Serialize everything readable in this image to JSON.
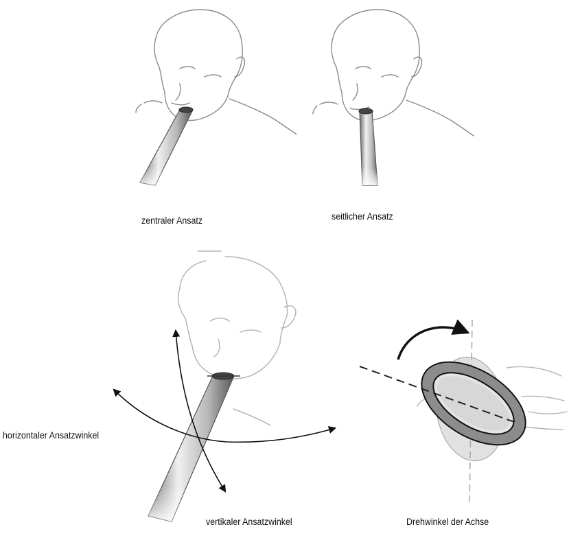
{
  "captions": {
    "central_embouchure": "zentraler Ansatz",
    "lateral_embouchure": "seitlicher Ansatz",
    "horizontal_angle": "horizontaler Ansatzwinkel",
    "vertical_angle": "vertikaler Ansatzwinkel",
    "axis_rotation": "Drehwinkel der Achse"
  },
  "colors": {
    "sketch_line": "#8a8a8a",
    "sketch_line_light": "#b5b5b5",
    "tube_dark": "#555555",
    "tube_light": "#d8d8d8",
    "arrow": "#111111",
    "ring_fill": "#8c8c8c",
    "ring_ghost": "#bdbdbd",
    "axis_dashed": "#222222",
    "axis_dashed_light": "#aaaaaa"
  }
}
